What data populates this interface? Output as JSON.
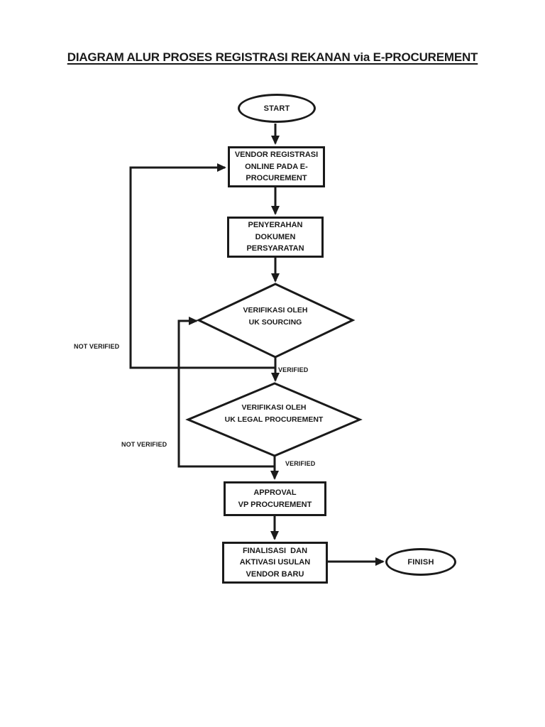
{
  "page": {
    "title": "DIAGRAM ALUR PROSES REGISTRASI REKANAN via E-PROCUREMENT"
  },
  "colors": {
    "ink": "#1a1a1a",
    "background": "#ffffff"
  },
  "nodes": {
    "start": {
      "type": "terminator",
      "label": "START"
    },
    "vendor_registration": {
      "type": "process",
      "label": "VENDOR REGISTRASI\nONLINE PADA E-\nPROCUREMENT"
    },
    "document_submission": {
      "type": "process",
      "label": "PENYERAHAN\nDOKUMEN\nPERSYARATAN"
    },
    "verify_uk_sourcing": {
      "type": "decision",
      "label": "VERIFIKASI OLEH\nUK SOURCING"
    },
    "verify_uk_legal": {
      "type": "decision",
      "label": "VERIFIKASI OLEH\nUK LEGAL PROCUREMENT"
    },
    "approval_vp_procurement": {
      "type": "process",
      "label": "APPROVAL\nVP PROCUREMENT"
    },
    "finalization_activation": {
      "type": "process",
      "label": "FINALISASI  DAN\nAKTIVASI USULAN\nVENDOR BARU"
    },
    "finish": {
      "type": "terminator",
      "label": "FINISH"
    }
  },
  "edge_labels": {
    "sourcing_verified": "VERIFIED",
    "sourcing_not_verified": "NOT VERIFIED",
    "legal_verified": "VERIFIED",
    "legal_not_verified": "NOT VERIFIED"
  }
}
